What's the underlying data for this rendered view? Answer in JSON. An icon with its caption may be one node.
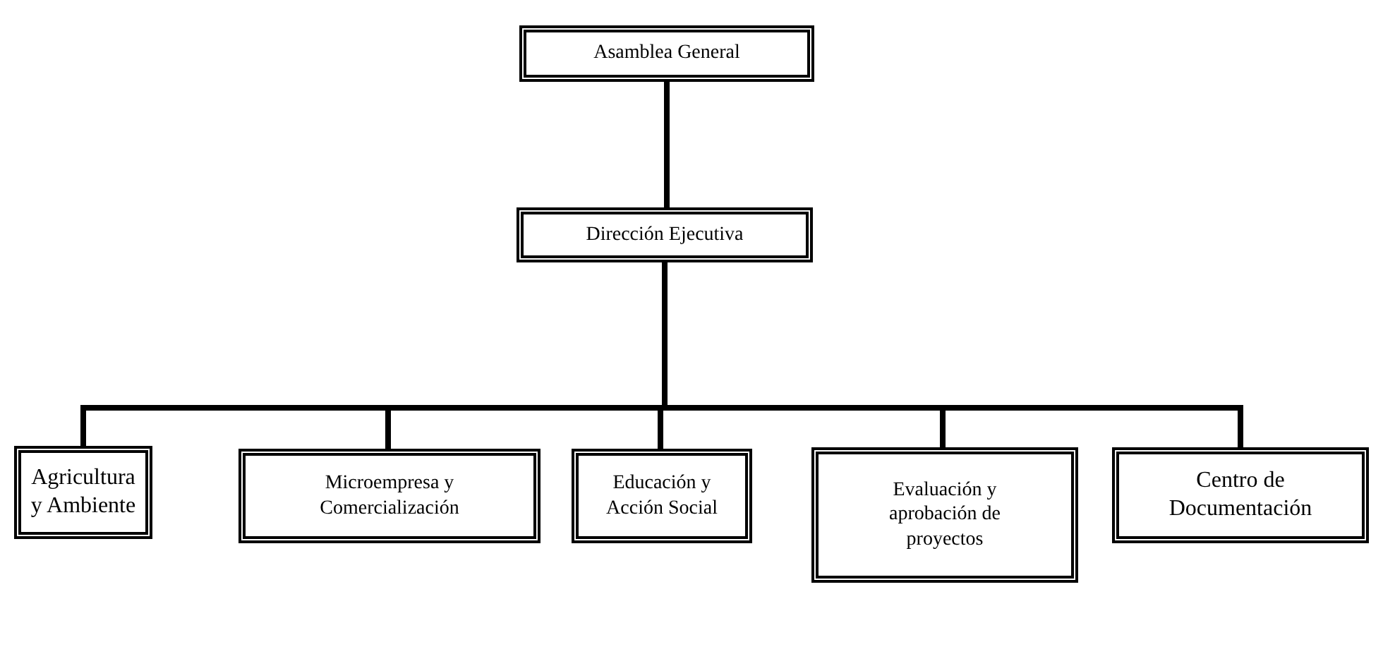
{
  "diagram": {
    "nodes": [
      {
        "text": [
          "Asamblea General"
        ]
      },
      {
        "text": [
          "Dirección Ejecutiva"
        ]
      },
      {
        "text": [
          "Agricultura y Ambiente"
        ]
      },
      {
        "text": [
          "Microempresa y Comercialización"
        ]
      },
      {
        "text": [
          "Educación y Acción Social"
        ]
      },
      {
        "text": [
          "Evaluación y aprobación de proyectos"
        ]
      },
      {
        "text": [
          "Centro de Documentación"
        ]
      }
    ],
    "edges": [
      {
        "from": 0,
        "to": 1,
        "arrow": "none"
      },
      {
        "from": 1,
        "to": 2,
        "arrow": "none"
      },
      {
        "from": 1,
        "to": 3,
        "arrow": "none"
      },
      {
        "from": 1,
        "to": 4,
        "arrow": "none"
      },
      {
        "from": 1,
        "to": 5,
        "arrow": "none"
      },
      {
        "from": 1,
        "to": 6,
        "arrow": "none"
      }
    ]
  }
}
